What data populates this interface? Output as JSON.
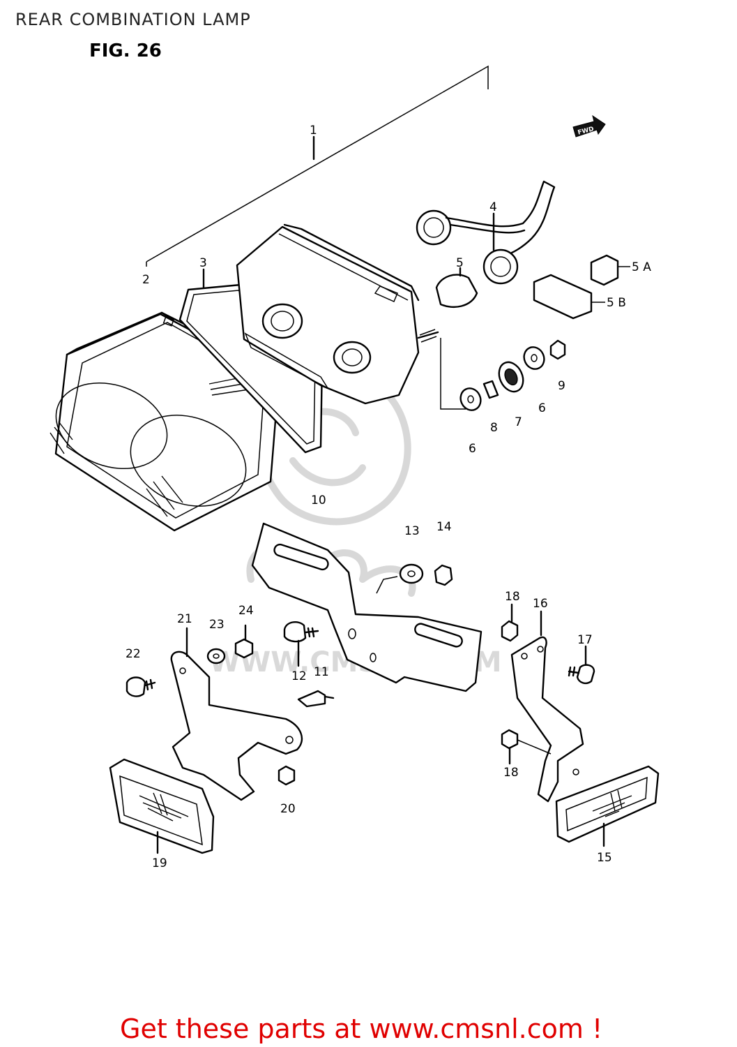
{
  "page_title": "REAR COMBINATION LAMP",
  "figure_label": "FIG. 26",
  "fwd_badge": "FWD",
  "watermark_text": "WWW.CMSNL.COM",
  "callouts": {
    "c1": "1",
    "c2": "2",
    "c3": "3",
    "c4": "4",
    "c5": "5",
    "c5a": "5 A",
    "c5b": "5 B",
    "c6a": "6",
    "c6b": "6",
    "c7": "7",
    "c8": "8",
    "c9": "9",
    "c10": "10",
    "c11": "11",
    "c12": "12",
    "c13": "13",
    "c14": "14",
    "c15": "15",
    "c16": "16",
    "c17": "17",
    "c18a": "18",
    "c18b": "18",
    "c19": "19",
    "c20": "20",
    "c21": "21",
    "c22": "22",
    "c23": "23",
    "c24": "24"
  },
  "footer_link": "Get these parts at www.cmsnl.com !",
  "colors": {
    "link": "#e00000",
    "lines": "#000000",
    "watermark": "#d8d8d8"
  }
}
